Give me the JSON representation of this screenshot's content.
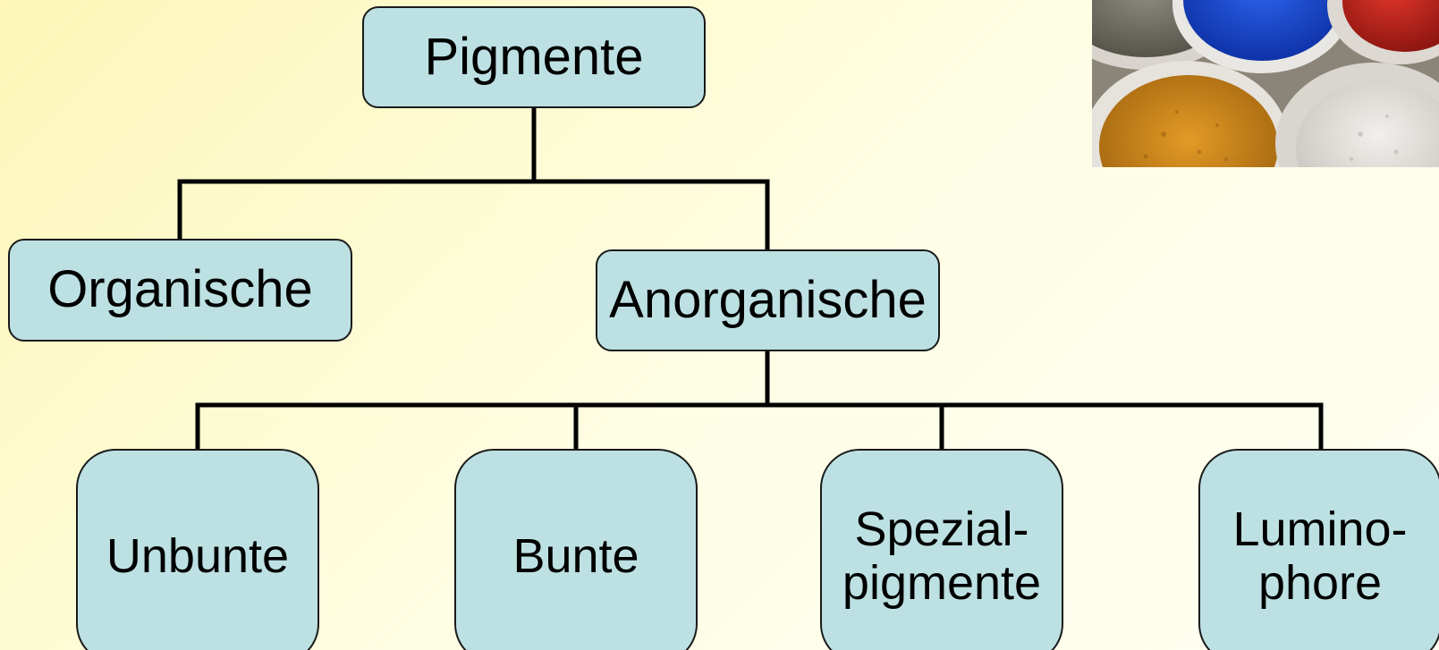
{
  "diagram": {
    "root": {
      "label": "Pigmente"
    },
    "level1": [
      {
        "label": "Organische"
      },
      {
        "label": "Anorganische"
      }
    ],
    "level2": [
      {
        "label": "Unbunte"
      },
      {
        "label": "Bunte"
      },
      {
        "label": "Spezial-\npigmente"
      },
      {
        "label": "Lumino-\nphore"
      }
    ]
  },
  "photo": {
    "subject": "bowls-of-pigment-powder",
    "colors": {
      "gray": "#7b7a6f",
      "blue": "#1d4fd6",
      "red": "#c8251e",
      "ochre": "#cf8a1c",
      "white": "#e6e3df"
    }
  },
  "colors": {
    "background": "#fdfbd2",
    "node_fill": "#bde1e3",
    "line": "#000000"
  }
}
